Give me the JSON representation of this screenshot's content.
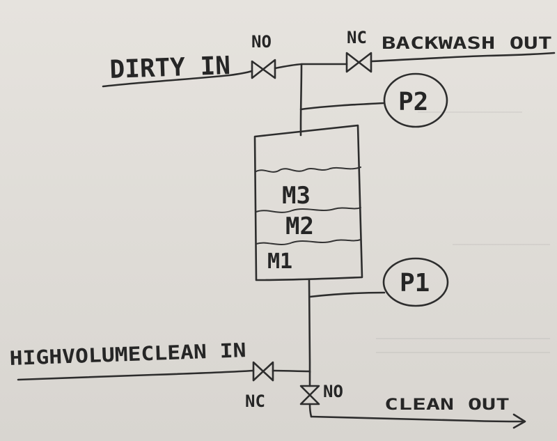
{
  "labels": {
    "dirty_in": "DIRTY IN",
    "valve_in_state": "NO",
    "valve_backwash_state": "NC",
    "backwash_out": "BACKWASH OUT",
    "gauge_top": "P2",
    "gauge_bottom": "P1",
    "media_layer_3": "M3",
    "media_layer_2": "M2",
    "media_layer_1": "M1",
    "high_volume_clean_in": "HIGHVOLUMECLEAN IN",
    "valve_clean_in_state": "NC",
    "valve_clean_out_state": "NO",
    "clean_out": "CLEAN OUT"
  },
  "colors": {
    "paper": "#e3e0db",
    "pencil": "#2d2d2d"
  }
}
